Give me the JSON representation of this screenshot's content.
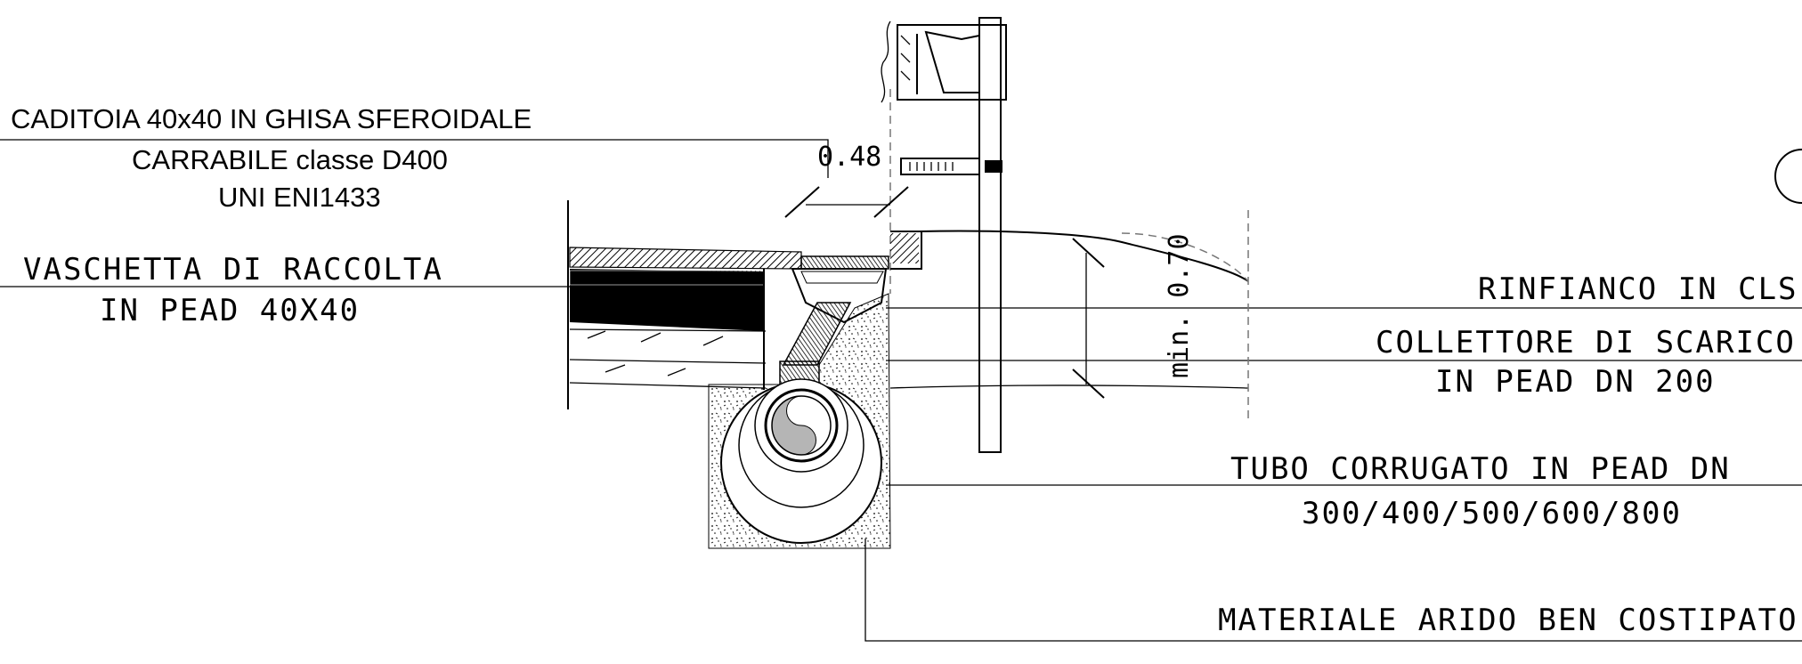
{
  "labels": {
    "caditoia_1": "CADITOIA 40x40 IN GHISA SFEROIDALE",
    "caditoia_2": "CARRABILE classe D400",
    "caditoia_3": "UNI ENI1433",
    "vaschetta_1": "VASCHETTA DI RACCOLTA",
    "vaschetta_2": "IN PEAD 40X40",
    "rinfianco": "RINFIANCO IN CLS",
    "collettore_1": "COLLETTORE DI SCARICO",
    "collettore_2": "IN PEAD DN 200",
    "tubo_1": "TUBO CORRUGATO  IN PEAD DN",
    "tubo_2": "300/400/500/600/800",
    "materiale": "MATERIALE ARIDO BEN COSTIPATO"
  },
  "dimensions": {
    "width_gap": "0.48",
    "depth_min": "min. 0.70"
  },
  "colors": {
    "line": "#000000",
    "hatch_fill": "#000000",
    "pipe_gray": "#b5b5b5",
    "dash": "#777777"
  }
}
